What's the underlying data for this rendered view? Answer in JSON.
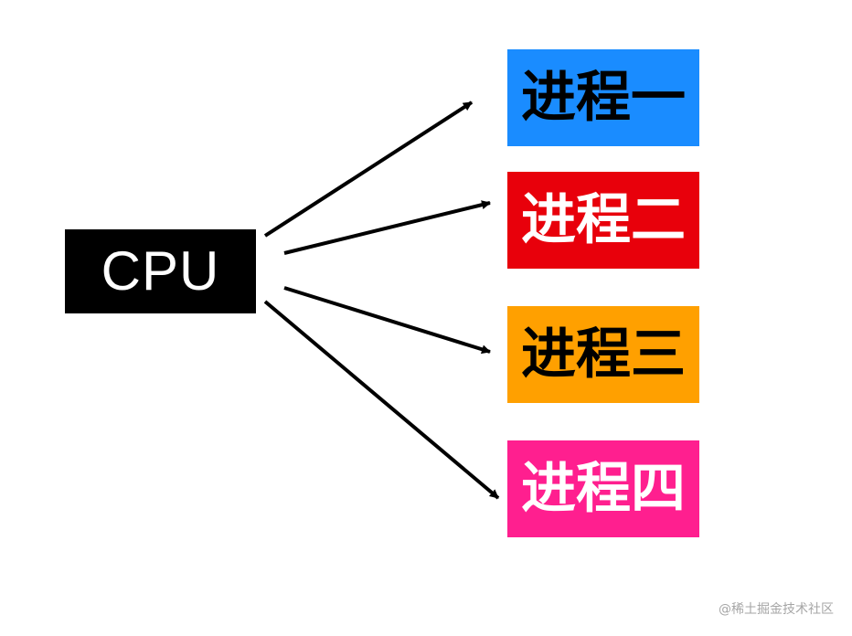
{
  "diagram": {
    "source": {
      "label": "CPU",
      "color": "#000000",
      "text_color": "#ffffff"
    },
    "processes": [
      {
        "label": "进程一",
        "color": "#1a8cff",
        "text_color": "#000000"
      },
      {
        "label": "进程二",
        "color": "#e8000b",
        "text_color": "#ffffff"
      },
      {
        "label": "进程三",
        "color": "#ffa000",
        "text_color": "#000000"
      },
      {
        "label": "进程四",
        "color": "#ff1f8f",
        "text_color": "#ffffff"
      }
    ],
    "edges": [
      {
        "from": "CPU",
        "to": "进程一"
      },
      {
        "from": "CPU",
        "to": "进程二"
      },
      {
        "from": "CPU",
        "to": "进程三"
      },
      {
        "from": "CPU",
        "to": "进程四"
      }
    ],
    "arrow_color": "#000000"
  },
  "watermark": "@稀土掘金技术社区"
}
